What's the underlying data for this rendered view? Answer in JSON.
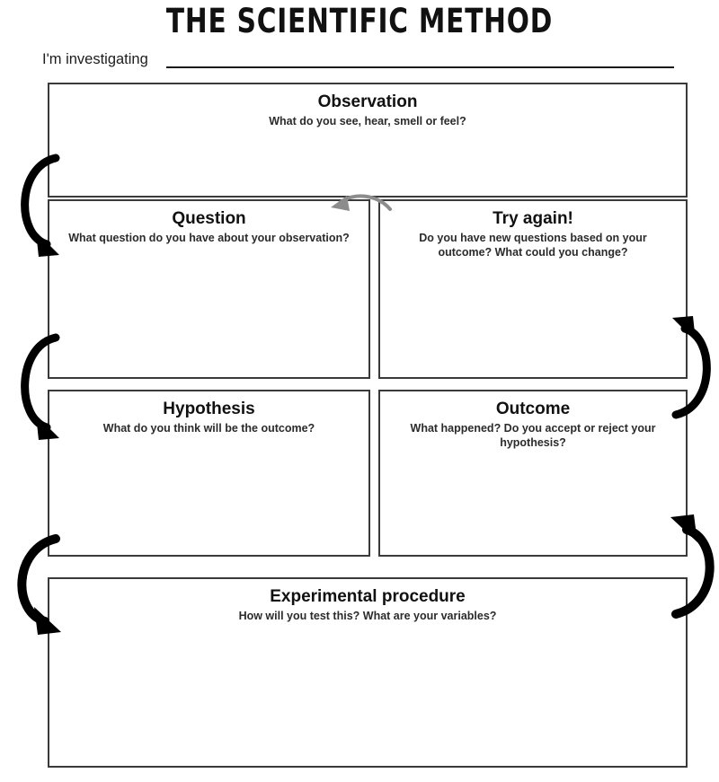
{
  "page": {
    "title": "THE SCIENTIFIC METHOD",
    "investigating_label": "I'm investigating",
    "investigating_value": "",
    "ink_color": "#1a1a1a",
    "box_border_color": "#3a3a3a",
    "arrow_color": "#000000",
    "retry_arrow_color": "#8c8c8c"
  },
  "boxes": [
    {
      "id": "observation",
      "heading": "Observation",
      "subtitle": "What do you see, hear, smell or feel?",
      "value": ""
    },
    {
      "id": "question",
      "heading": "Question",
      "subtitle": "What question do you have about your observation?",
      "value": ""
    },
    {
      "id": "tryagain",
      "heading": "Try again!",
      "subtitle": "Do you have new questions based on your outcome? What could you change?",
      "value": ""
    },
    {
      "id": "hypothesis",
      "heading": "Hypothesis",
      "subtitle": "What do you think will be the outcome?",
      "value": ""
    },
    {
      "id": "outcome",
      "heading": "Outcome",
      "subtitle": "What happened? Do you accept or reject your hypothesis?",
      "value": ""
    },
    {
      "id": "procedure",
      "heading": "Experimental procedure",
      "subtitle": "How will you test this? What are your variables?",
      "value": ""
    }
  ],
  "arrows": [
    {
      "id": "observation-to-question",
      "icon": "curved-arrow-down-left",
      "direction": "down"
    },
    {
      "id": "question-to-hypothesis",
      "icon": "curved-arrow-down-left",
      "direction": "down"
    },
    {
      "id": "hypothesis-to-procedure",
      "icon": "curved-arrow-down-left",
      "direction": "down"
    },
    {
      "id": "procedure-to-outcome",
      "icon": "curved-arrow-up-right",
      "direction": "up"
    },
    {
      "id": "outcome-to-tryagain",
      "icon": "curved-arrow-up-right",
      "direction": "up"
    },
    {
      "id": "tryagain-to-question",
      "icon": "curved-arrow-left-gray",
      "direction": "left"
    }
  ]
}
